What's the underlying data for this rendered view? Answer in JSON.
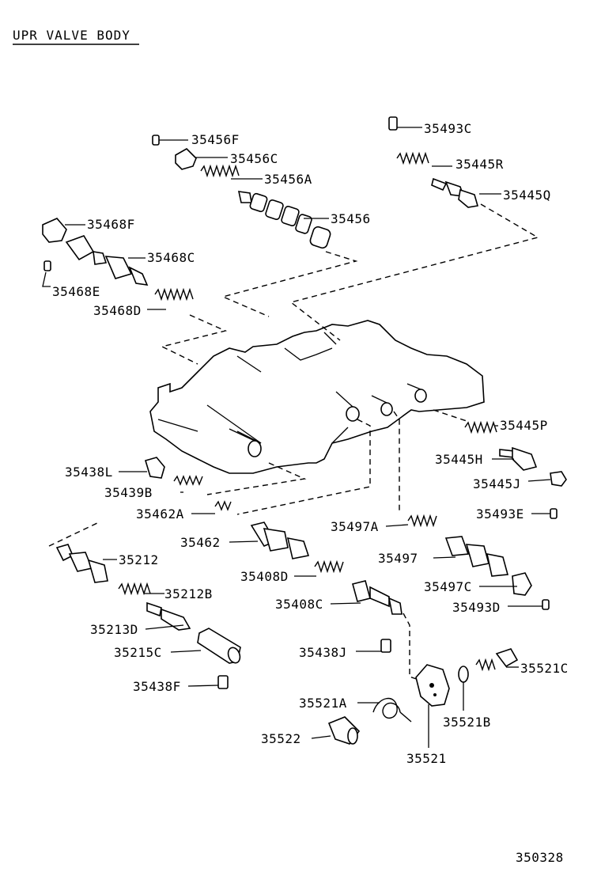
{
  "title": "UPR VALVE BODY",
  "drawing_number": "350328",
  "parts": {
    "p35456F": "35456F",
    "p35456C": "35456C",
    "p35456A": "35456A",
    "p35456": "35456",
    "p35493C": "35493C",
    "p35445R": "35445R",
    "p35445Q": "35445Q",
    "p35468F": "35468F",
    "p35468C": "35468C",
    "p35468E": "35468E",
    "p35468D": "35468D",
    "p35445P": "35445P",
    "p35445H": "35445H",
    "p35445J": "35445J",
    "p35493E": "35493E",
    "p35438L": "35438L",
    "p35439B": "35439B",
    "p35462A": "35462A",
    "p35462": "35462",
    "p35212": "35212",
    "p35212B": "35212B",
    "p35213D": "35213D",
    "p35215C": "35215C",
    "p35438F": "35438F",
    "p35408D": "35408D",
    "p35408C": "35408C",
    "p35438J": "35438J",
    "p35497A": "35497A",
    "p35497": "35497",
    "p35497C": "35497C",
    "p35493D": "35493D",
    "p35521C": "35521C",
    "p35521A": "35521A",
    "p35521B": "35521B",
    "p35522": "35522",
    "p35521": "35521"
  }
}
